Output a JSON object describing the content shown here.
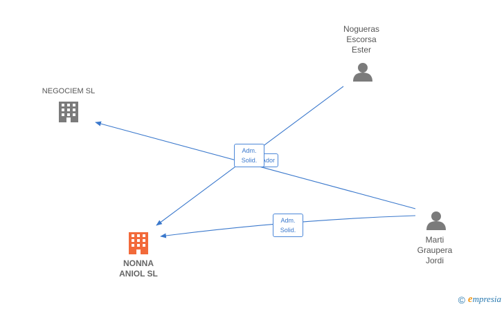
{
  "nodes": {
    "nogueras": {
      "label": "Nogueras\nEscorsa\nEster",
      "type": "person"
    },
    "negociem": {
      "label": "NEGOCIEM SL",
      "type": "company"
    },
    "nonna": {
      "label": "NONNA\nANIOL  SL",
      "type": "company-main"
    },
    "marti": {
      "label": "Marti\nGraupera\nJordi",
      "type": "person"
    }
  },
  "edges": {
    "badge_back": "Ador",
    "badge_front": "Adm.\nSolid.",
    "badge_lower": "Adm.\nSolid."
  },
  "colors": {
    "edge": "#3a78cc",
    "node_gray": "#7b7b7b",
    "node_main": "#f26a3a"
  },
  "watermark": {
    "symbol": "©",
    "brand_first": "e",
    "brand_rest": "mpresia"
  }
}
